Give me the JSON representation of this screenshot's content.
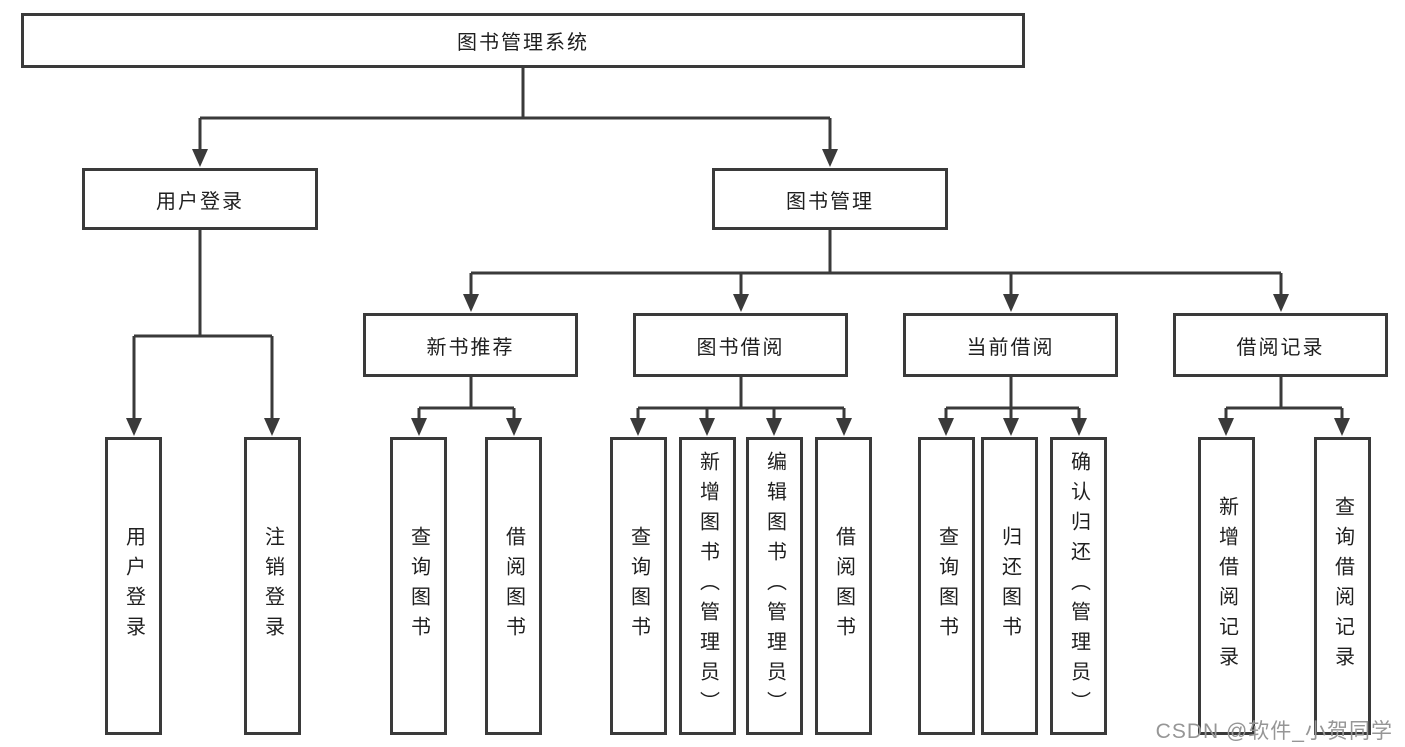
{
  "diagram": {
    "root": {
      "label": "图书管理系统"
    },
    "level2": [
      {
        "label": "用户登录"
      },
      {
        "label": "图书管理"
      }
    ],
    "level3": [
      {
        "label": "新书推荐"
      },
      {
        "label": "图书借阅"
      },
      {
        "label": "当前借阅"
      },
      {
        "label": "借阅记录"
      }
    ],
    "leaves": {
      "user_login": [
        "用户登录",
        "注销登录"
      ],
      "new_book_recommend": [
        "查询图书",
        "借阅图书"
      ],
      "book_borrow": [
        "查询图书",
        "新增图书（管理员）",
        "编辑图书（管理员）",
        "借阅图书"
      ],
      "current_borrow": [
        "查询图书",
        "归还图书",
        "确认归还（管理员）"
      ],
      "borrow_records": [
        "新增借阅记录",
        "查询借阅记录"
      ]
    },
    "watermark": "CSDN @软件_小贺同学",
    "colors": {
      "line": "#3a3a3a",
      "text": "#1f1f1f",
      "watermark": "#969696",
      "background": "#ffffff"
    }
  }
}
